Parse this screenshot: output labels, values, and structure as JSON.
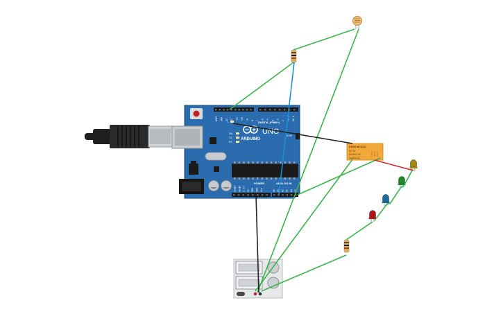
{
  "board": {
    "brand": "ARDUINO",
    "model": "UNO",
    "header_digital": "DIGITAL (PWM~)",
    "header_power": "POWER",
    "header_analog": "ANALOG IN",
    "label_on": "ON",
    "label_tx": "TX",
    "label_rx": "RX",
    "label_l": "L",
    "label_icsp": "ICSP",
    "digital_pins": [
      "AREF",
      "GND",
      "13",
      "12",
      "~11",
      "~10",
      "~9",
      "8",
      "7",
      "~6",
      "~5",
      "4",
      "~3",
      "2",
      "TX 1",
      "RX 0"
    ],
    "power_pins": [
      "IOREF",
      "RESET",
      "3.3V",
      "5V",
      "GND",
      "GND",
      "Vin"
    ],
    "analog_pins": [
      "A0",
      "A1",
      "A2",
      "A3",
      "A4",
      "A5"
    ]
  },
  "relay": {
    "line1": "KS2E-M-DC5",
    "line2": "DC 5V",
    "line3": "5A/250V AC",
    "line4": "2A/30V DC"
  },
  "leds": [
    {
      "color_name": "yellow",
      "color": "#a08a10"
    },
    {
      "color_name": "green",
      "color": "#1f8a2a"
    },
    {
      "color_name": "blue",
      "color": "#1e6a99"
    },
    {
      "color_name": "red",
      "color": "#b3141b"
    }
  ],
  "wires": {
    "signal": "#3bb34a",
    "data": "#1a8fd1",
    "ground": "#222222",
    "power": "#d62828"
  },
  "colors": {
    "board": "#2a6cad",
    "header": "#1c1c1c",
    "usb_plug": "#1f1f1f",
    "resistor_body": "#d6b77a"
  }
}
